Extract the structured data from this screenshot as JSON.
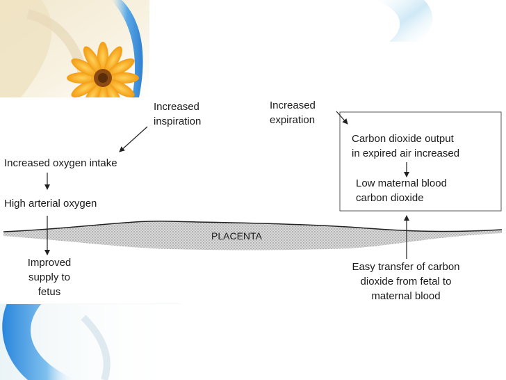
{
  "diagram": {
    "increased_inspiration": [
      "Increased",
      "inspiration"
    ],
    "increased_oxygen_intake": "Increased oxygen intake",
    "high_arterial_oxygen": "High arterial oxygen",
    "improved_supply": [
      "Improved",
      "supply to",
      "fetus"
    ],
    "placenta": "PLACENTA",
    "increased_expiration": [
      "Increased",
      "expiration"
    ],
    "co2_output": [
      "Carbon dioxide output",
      "in expired air increased"
    ],
    "low_maternal_co2": [
      "Low maternal blood",
      "carbon dioxide"
    ],
    "easy_transfer": [
      "Easy transfer of carbon",
      "dioxide from fetal to",
      "maternal blood"
    ]
  },
  "colors": {
    "text": "#1a1a1a",
    "placenta_fill": "#c9c9c9",
    "line": "#222222",
    "flower_petal": "#f5a623",
    "flower_center": "#8a4a12",
    "swoosh_blue": "#3a8fd8"
  },
  "decorations": [
    "flower-photo",
    "blue-swoosh-top-right",
    "blue-swoosh-bottom-left"
  ]
}
